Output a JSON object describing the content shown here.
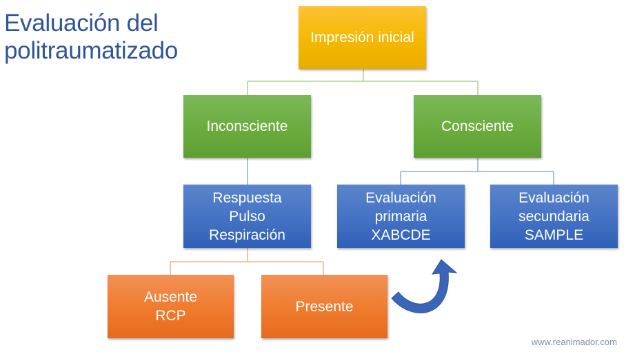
{
  "title": "Evaluación del\npolitraumatizado",
  "nodes": {
    "impresion": "Impresión inicial",
    "inconsciente": "Inconsciente",
    "consciente": "Consciente",
    "respuesta": "Respuesta\nPulso\nRespiración",
    "primaria": "Evaluación\nprimaria\nXABCDE",
    "secundaria": "Evaluación\nsecundaria\nSAMPLE",
    "ausente": "Ausente\nRCP",
    "presente": "Presente"
  },
  "colors": {
    "title": "#2f5597",
    "level1": "#f5b800",
    "level2": "#6aac3e",
    "level3": "#4472c4",
    "level4": "#ef7b2d",
    "arrow": "#3b66b8"
  },
  "footer": "www.reanimador.com"
}
